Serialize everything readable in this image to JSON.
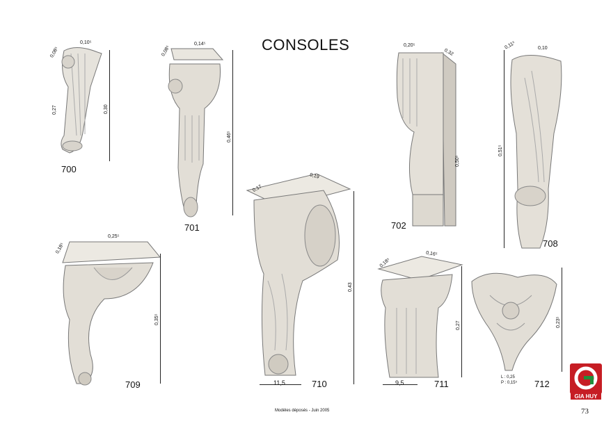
{
  "title": "CONSOLES",
  "footer": "Modèles déposés - Juin 2005",
  "page_number": "73",
  "logo_text": "GIA HUY",
  "items": {
    "c700": {
      "code": "700",
      "d1": "0,08⁵",
      "d2": "0,10⁵",
      "d3": "0,27",
      "d4": "0,30"
    },
    "c701": {
      "code": "701",
      "d1": "0,08⁵",
      "d2": "0,14⁵",
      "d3": "0,46⁵"
    },
    "c702": {
      "code": "702",
      "d1": "0,20⁵",
      "d2": "0,32",
      "d3": "0,50⁵"
    },
    "c708": {
      "code": "708",
      "d1": "0,11⁵",
      "d2": "0,10",
      "d3": "0,51⁵"
    },
    "c709": {
      "code": "709",
      "d1": "0,18⁵",
      "d2": "0,25⁵",
      "d3": "0,35⁵"
    },
    "c710": {
      "code": "710",
      "d1": "0,17",
      "d2": "0,19",
      "d3": "0,43",
      "d4": "11,5"
    },
    "c711": {
      "code": "711",
      "d1": "0,18⁵",
      "d2": "0,16⁵",
      "d3": "0,27",
      "d4": "9,5"
    },
    "c712": {
      "code": "712",
      "d3": "0,23⁵",
      "n1": "L : 0,25",
      "n2": "P : 0,15⁵"
    }
  },
  "colors": {
    "logo_red": "#c61d24",
    "logo_green": "#1f8f3a"
  }
}
